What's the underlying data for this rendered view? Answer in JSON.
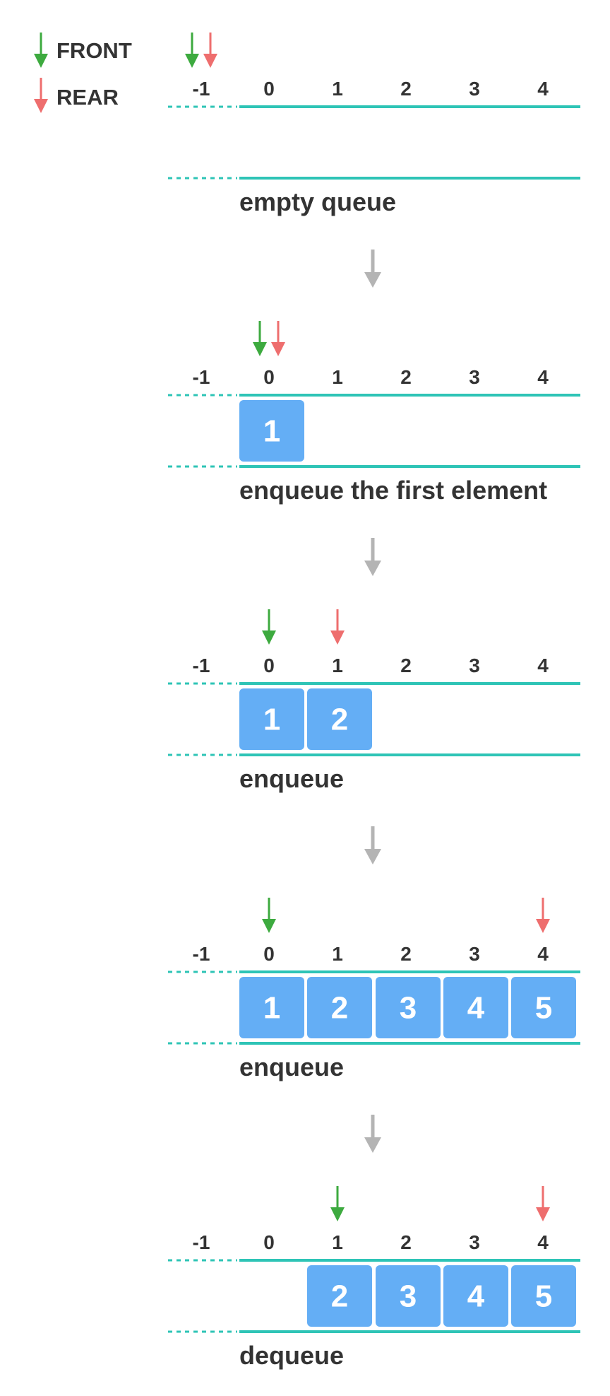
{
  "legend": {
    "front_label": "FRONT",
    "rear_label": "REAR",
    "front_color": "#3DAA3F",
    "rear_color": "#EE6E6E"
  },
  "colors": {
    "line": "#2EC4B6",
    "cell": "#64AEF5",
    "process_arrow": "#B4B4B4",
    "text": "#333333"
  },
  "index_labels": [
    "-1",
    "0",
    "1",
    "2",
    "3",
    "4"
  ],
  "stages": [
    {
      "caption": "empty queue",
      "front": -1,
      "rear": -1,
      "cells": [
        null,
        null,
        null,
        null,
        null
      ]
    },
    {
      "caption": "enqueue the first element",
      "front": 0,
      "rear": 0,
      "cells": [
        "1",
        null,
        null,
        null,
        null
      ]
    },
    {
      "caption": "enqueue",
      "front": 0,
      "rear": 1,
      "cells": [
        "1",
        "2",
        null,
        null,
        null
      ]
    },
    {
      "caption": "enqueue",
      "front": 0,
      "rear": 4,
      "cells": [
        "1",
        "2",
        "3",
        "4",
        "5"
      ]
    },
    {
      "caption": "dequeue",
      "front": 1,
      "rear": 4,
      "cells": [
        null,
        "2",
        "3",
        "4",
        "5"
      ]
    }
  ]
}
